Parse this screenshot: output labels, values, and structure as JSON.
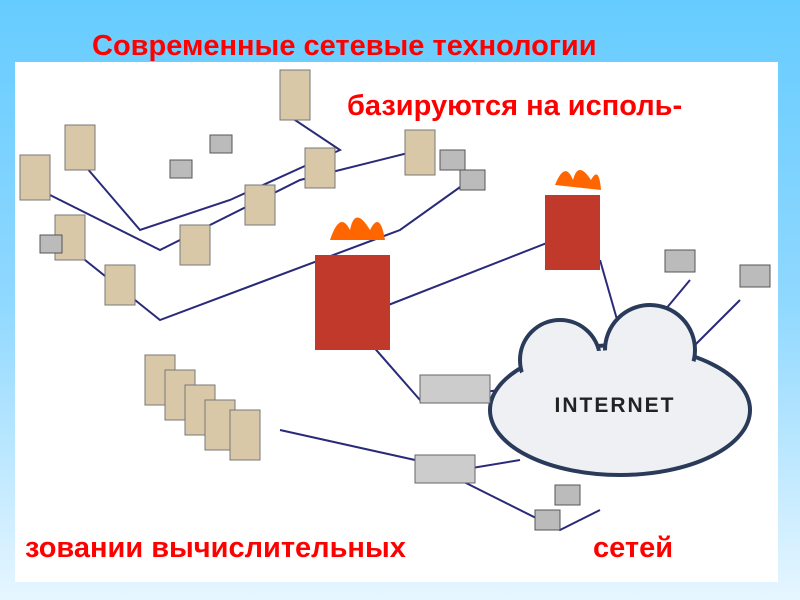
{
  "slide": {
    "title": "Современные сетевые технологии",
    "line2": "базируются на исполь-",
    "line3": "зовании вычислительных",
    "line4": "сетей"
  },
  "diagram": {
    "cloud_label": "INTERNET",
    "colors": {
      "text": "#ff0000",
      "background": "#66ccff",
      "wire": "#2a2a7a",
      "firewall": "#c0392b",
      "flame": "#ff6600"
    }
  }
}
